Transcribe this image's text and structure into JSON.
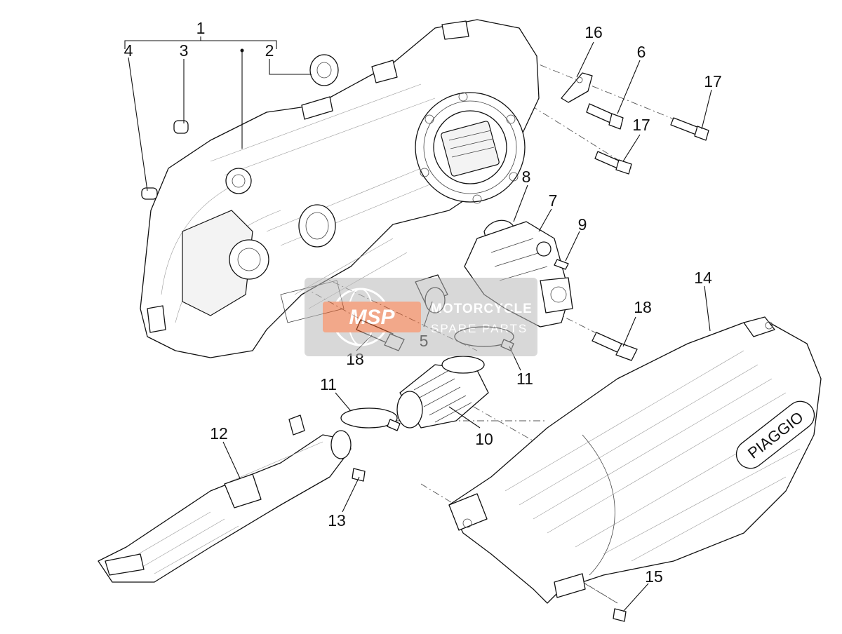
{
  "diagram": {
    "callouts": [
      {
        "id": "c1",
        "text": "1"
      },
      {
        "id": "c2",
        "text": "2"
      },
      {
        "id": "c3",
        "text": "3"
      },
      {
        "id": "c4",
        "text": "4"
      },
      {
        "id": "c5",
        "text": "5"
      },
      {
        "id": "c6",
        "text": "6"
      },
      {
        "id": "c7",
        "text": "7"
      },
      {
        "id": "c8",
        "text": "8"
      },
      {
        "id": "c9",
        "text": "9"
      },
      {
        "id": "c10",
        "text": "10"
      },
      {
        "id": "c11a",
        "text": "11"
      },
      {
        "id": "c11b",
        "text": "11"
      },
      {
        "id": "c12",
        "text": "12"
      },
      {
        "id": "c13",
        "text": "13"
      },
      {
        "id": "c14",
        "text": "14"
      },
      {
        "id": "c15",
        "text": "15"
      },
      {
        "id": "c16",
        "text": "16"
      },
      {
        "id": "c17a",
        "text": "17"
      },
      {
        "id": "c17b",
        "text": "17"
      },
      {
        "id": "c18a",
        "text": "18"
      },
      {
        "id": "c18b",
        "text": "18"
      }
    ],
    "brand_label": "PIAGGIO"
  },
  "watermark": {
    "logo": "MSP",
    "line1": "MOTORCYCLE",
    "line2": "SPARE PARTS",
    "accent": "#e8622c",
    "panel": "#b9b9b9"
  }
}
